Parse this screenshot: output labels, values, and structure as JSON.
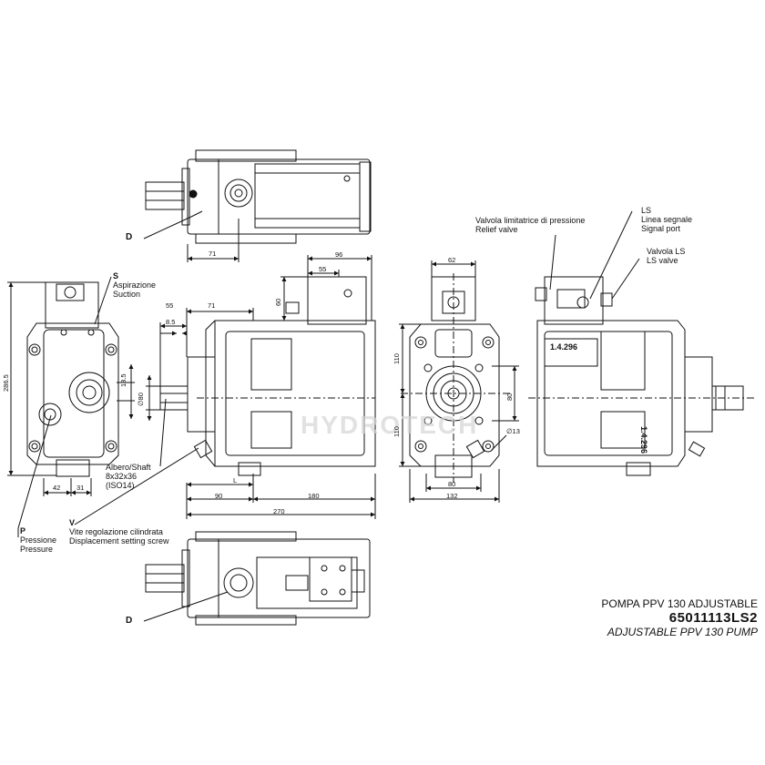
{
  "title": {
    "line1": "POMPA PPV 130 ADJUSTABLE",
    "code": "65011113LS2",
    "line2": "ADJUSTABLE PPV 130 PUMP"
  },
  "ports": {
    "S": {
      "letter": "S",
      "it": "Aspirazione",
      "en": "Suction"
    },
    "P": {
      "letter": "P",
      "it": "Pressione",
      "en": "Pressure"
    },
    "V": {
      "letter": "V",
      "it": "Vite regolazione cilindrata",
      "en": "Displacement setting screw"
    },
    "LS": {
      "letter": "LS",
      "it": "Linea segnale",
      "en": "Signal port"
    },
    "D_top": "D",
    "D_bottom": "D"
  },
  "shaft": {
    "it": "Albero/Shaft",
    "spec": "8x32x36",
    "std": "(ISO14)"
  },
  "relief": {
    "it": "Valvola limitatrice di pressione",
    "en": "Relief valve"
  },
  "lsvalve": {
    "it": "Valvola LS",
    "en": "LS valve"
  },
  "dims": {
    "d71_top": "71",
    "d96": "96",
    "d55_top": "55",
    "d60": "60",
    "d55": "55",
    "d71": "71",
    "d8_5": "8.5",
    "d18_5": "18.5",
    "d80_dia": "∅80",
    "d90": "90",
    "dL": "L",
    "d180": "180",
    "d270": "270",
    "d286_5": "286.5",
    "d42": "42",
    "d31": "31",
    "d62": "62",
    "d110_top": "110",
    "d110_bot": "110",
    "d80_side": "80",
    "d80_bot": "80",
    "d132": "132",
    "d13": "∅13"
  },
  "plate": {
    "text1": "1.4.296",
    "text2": "1.4.296"
  },
  "watermark": "HYDROTECH"
}
